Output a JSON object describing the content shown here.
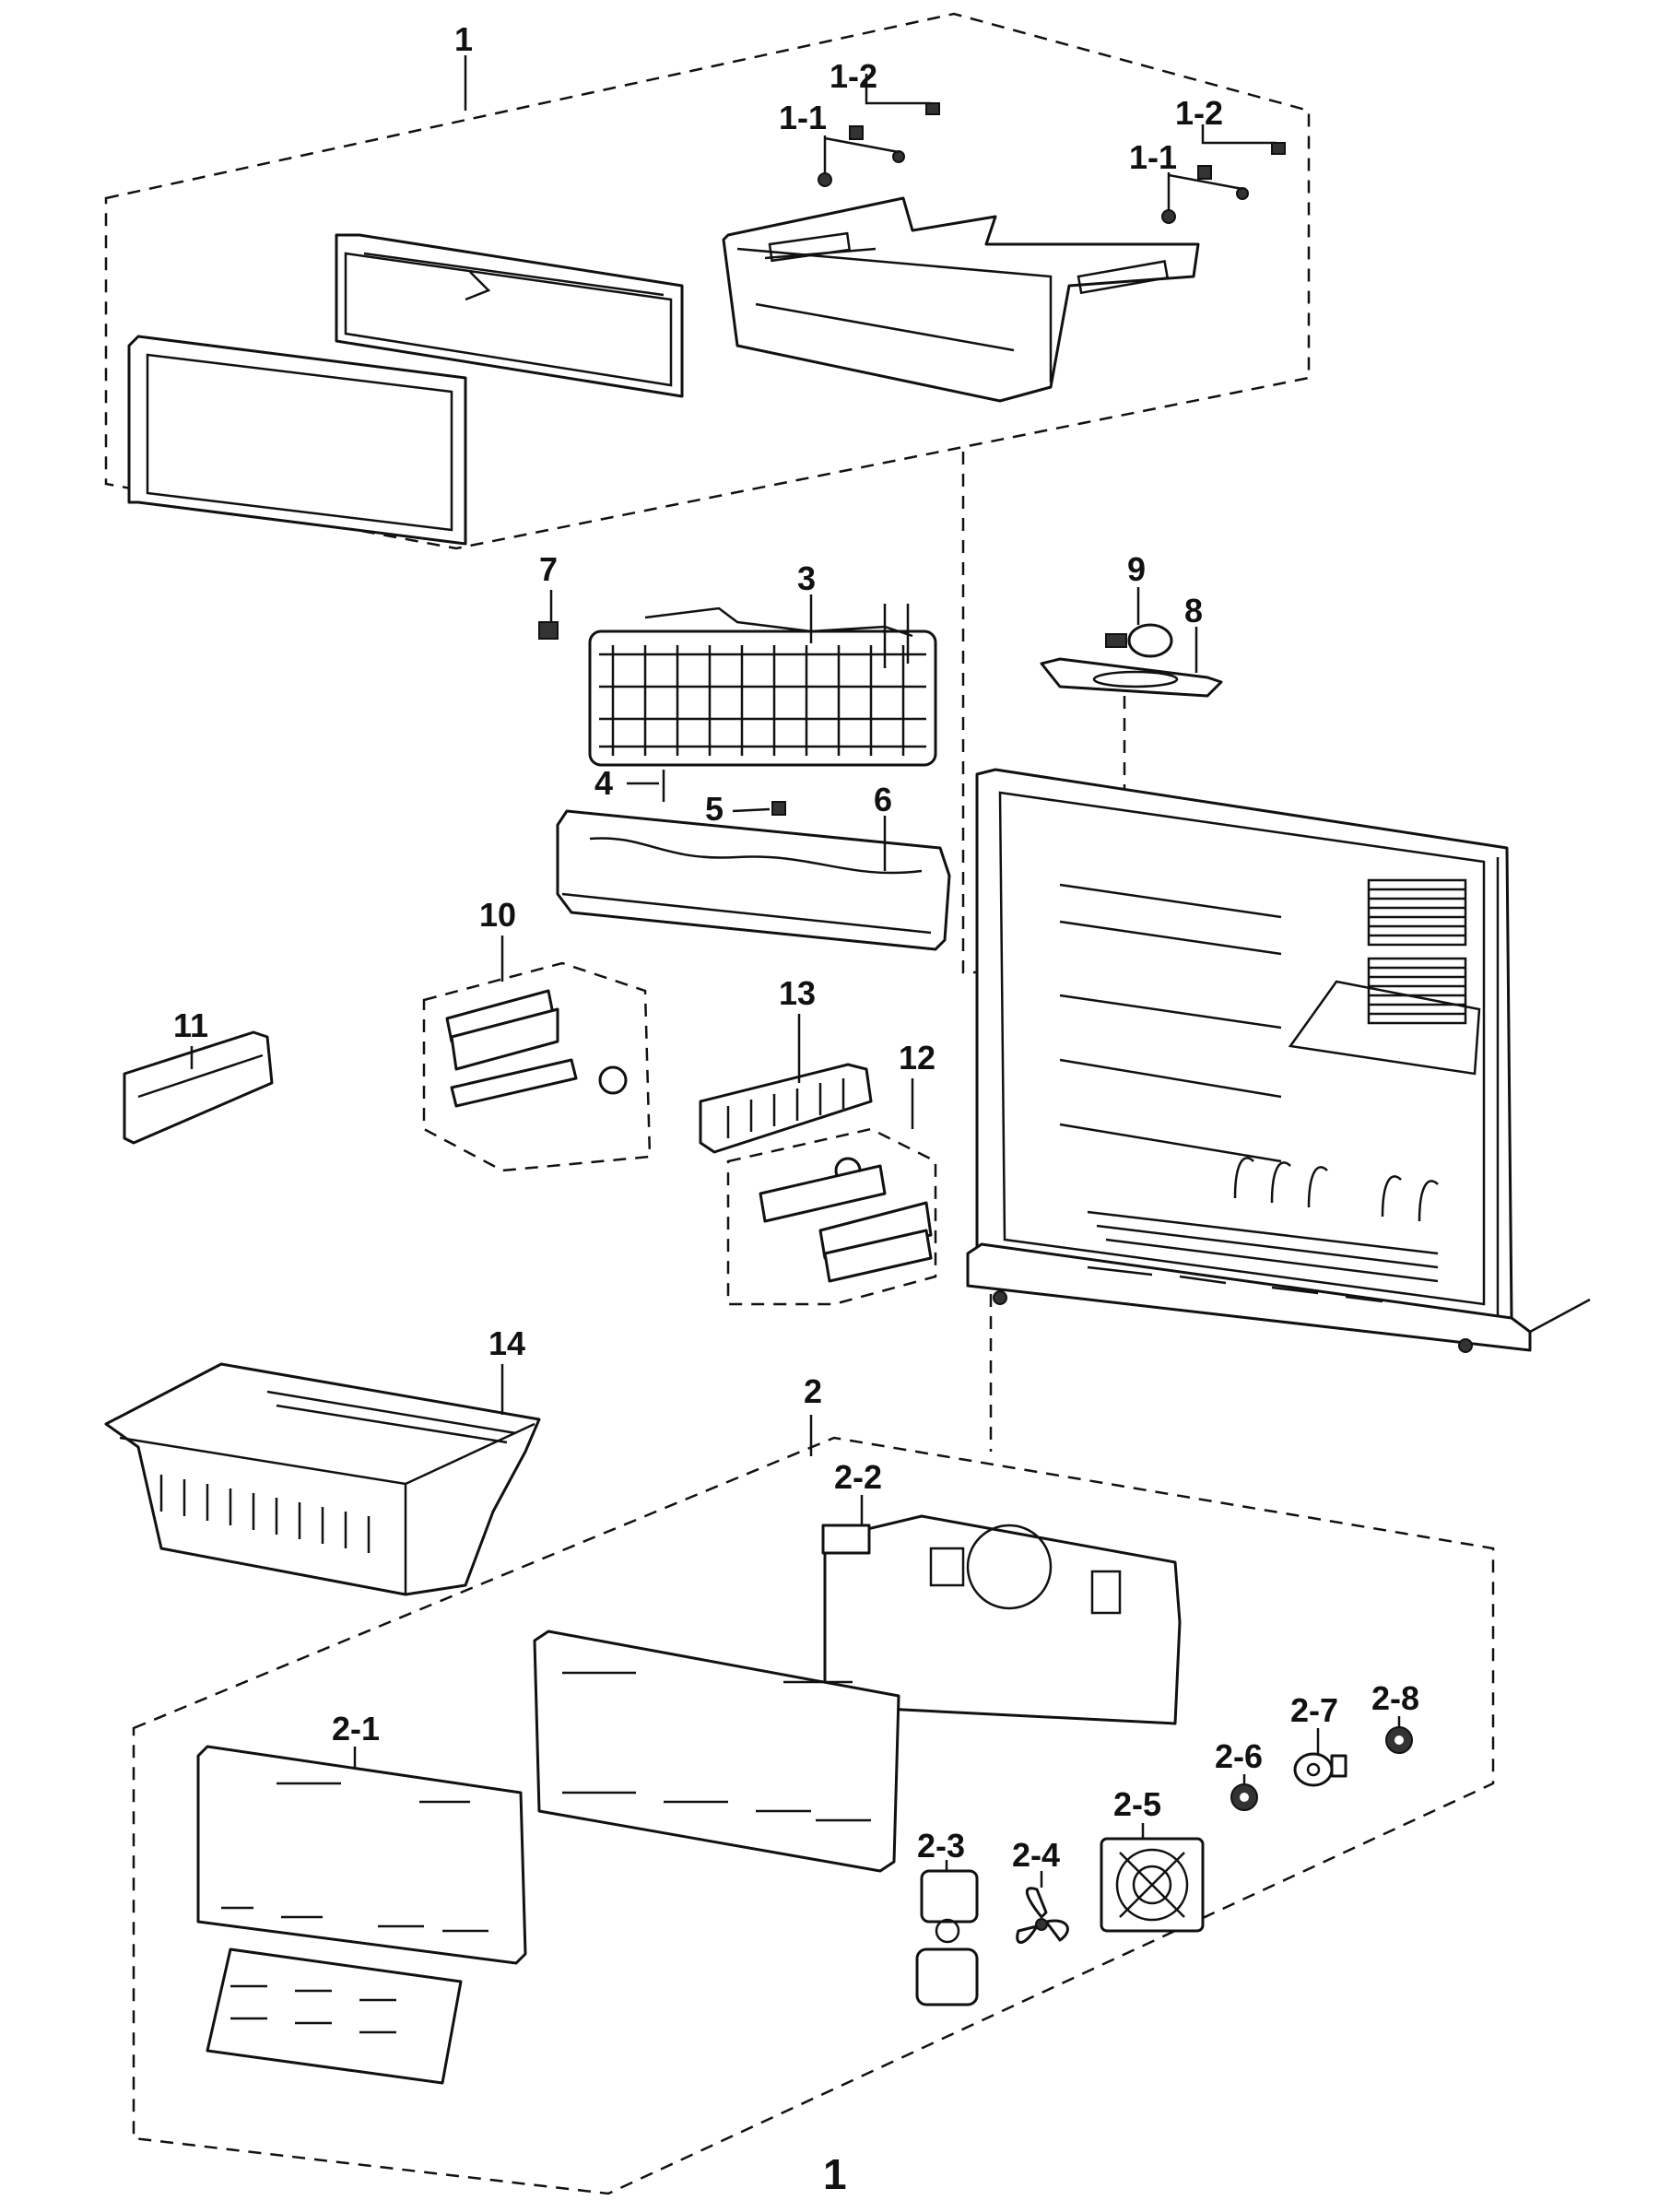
{
  "labels": {
    "p1_top": "1",
    "p1_2a": "1-2",
    "p1_1a": "1-1",
    "p1_2b": "1-2",
    "p1_1b": "1-1",
    "p3": "3",
    "p4": "4",
    "p5": "5",
    "p6": "6",
    "p7": "7",
    "p8": "8",
    "p9": "9",
    "p10": "10",
    "p11": "11",
    "p12": "12",
    "p13": "13",
    "p14": "14",
    "p2": "2",
    "p2_1": "2-1",
    "p2_2": "2-2",
    "p2_3": "2-3",
    "p2_4": "2-4",
    "p2_5": "2-5",
    "p2_6": "2-6",
    "p2_7": "2-7",
    "p2_8": "2-8",
    "p1_bottom": "1"
  }
}
